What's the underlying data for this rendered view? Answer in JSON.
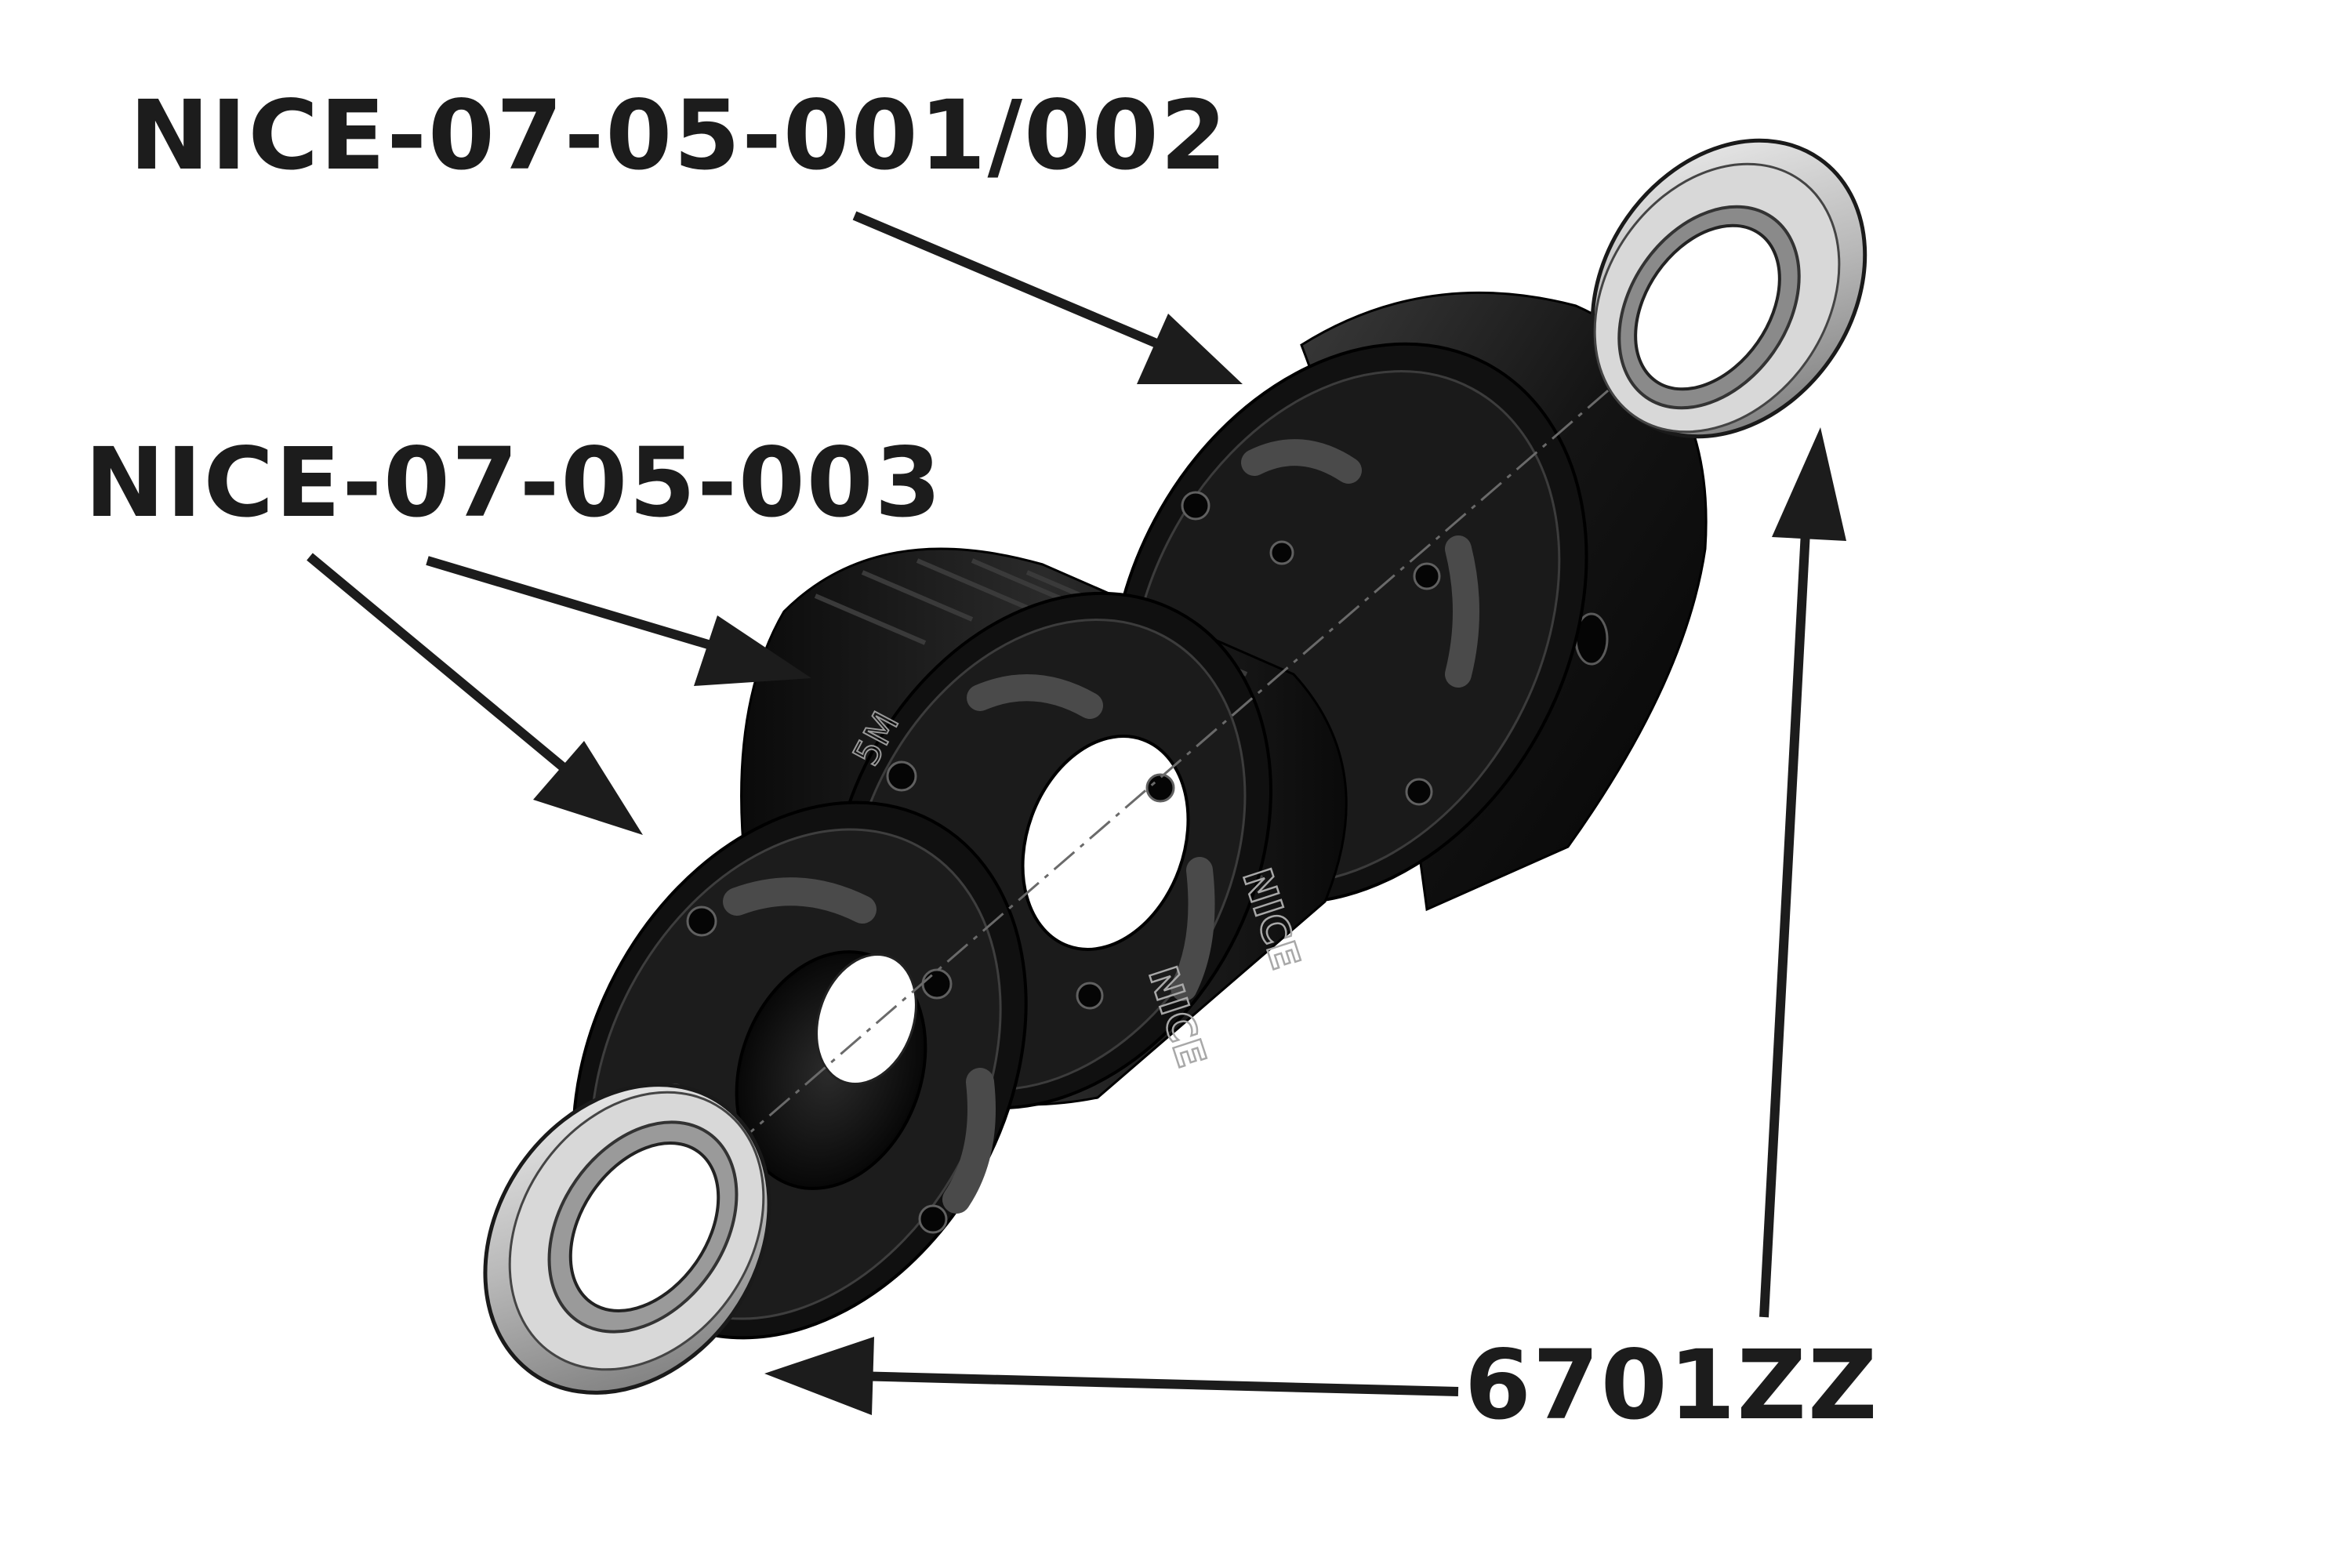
{
  "labels": {
    "pulley_parts": "NICE-07-05-001/002",
    "flange_part": "NICE-07-05-003",
    "bearing": "6701ZZ"
  },
  "engravings": {
    "brand": "NICE",
    "tooth_profile": "5M"
  },
  "colors": {
    "part_black": "#141414",
    "steel_light": "#e6e6e6",
    "steel_mid": "#9a9a9a",
    "arrow": "#1c1c1c",
    "background": "#ffffff"
  }
}
